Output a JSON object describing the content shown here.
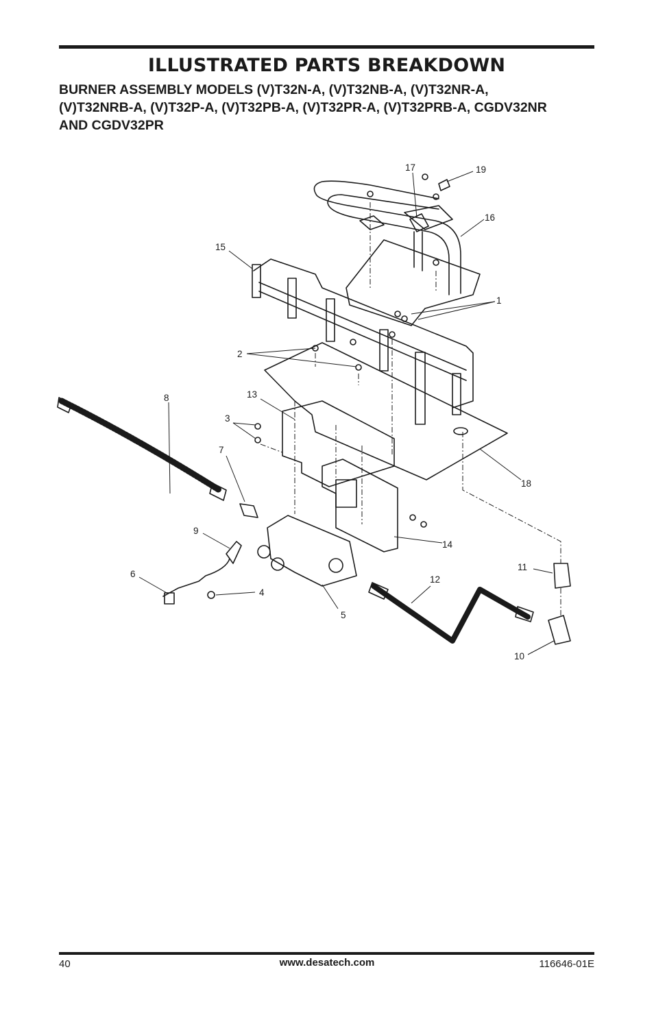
{
  "header": {
    "title": "ILLUSTRATED PARTS BREAKDOWN",
    "subtitle_lines": [
      "BURNER ASSEMBLY MODELS (V)T32N-A, (V)T32NB-A, (V)T32NR-A,",
      "(V)T32NRB-A, (V)T32P-A, (V)T32PB-A, (V)T32PR-A, (V)T32PRB-A, CGDV32NR",
      "AND CGDV32PR"
    ]
  },
  "diagram": {
    "callouts": [
      "1",
      "2",
      "3",
      "4",
      "5",
      "6",
      "7",
      "8",
      "9",
      "10",
      "11",
      "12",
      "13",
      "14",
      "15",
      "16",
      "17",
      "18",
      "19"
    ]
  },
  "footer": {
    "page_number": "40",
    "website": "www.desatech.com",
    "doc_number": "116646-01E"
  }
}
